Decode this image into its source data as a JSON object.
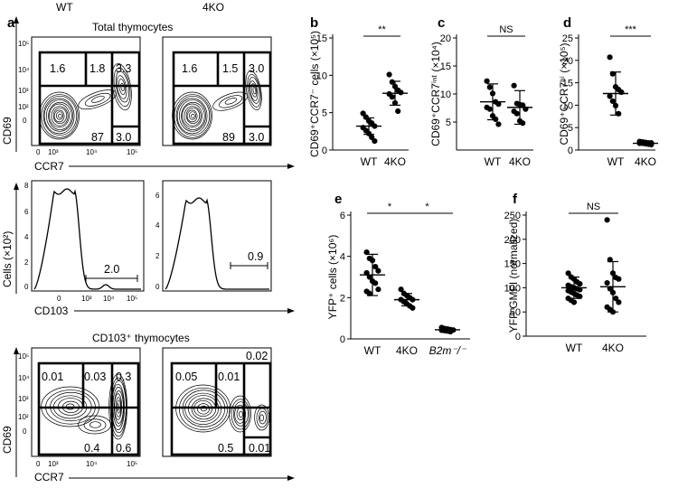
{
  "colors": {
    "ink": "#000000",
    "background": "#ffffff"
  },
  "panel_a": {
    "letter": "a",
    "col_wt": "WT",
    "col_4ko": "4KO",
    "total_title": "Total thymocytes",
    "cd103_title": "CD103⁺ thymocytes",
    "ylab_cd69": "CD69",
    "xlab_ccr7": "CCR7",
    "ylab_cells": "Cells (×10²)",
    "xlab_cd103": "CD103",
    "contour_ticks_y": [
      "10⁵",
      "10⁴",
      "10³",
      "10²",
      "0"
    ],
    "contour_ticks_x": [
      "0",
      "10³",
      "10⁴",
      "10⁵"
    ],
    "hist_wt_yticks": [
      "8",
      "6",
      "4",
      "2",
      "0"
    ],
    "hist_ko_yticks": [
      "6",
      "4",
      "2",
      "0"
    ],
    "total_wt_gates": [
      "1.6",
      "1.8",
      "3.3",
      "87",
      "3.0"
    ],
    "total_ko_gates": [
      "1.6",
      "1.5",
      "3.0",
      "89",
      "3.0"
    ],
    "hist_wt_gate": "2.0",
    "hist_ko_gate": "0.9",
    "cd103_wt_gates": [
      "0.01",
      "0.03",
      "0.3",
      "0.4",
      "0.6"
    ],
    "cd103_ko_gates": [
      "0.05",
      "0.01",
      "0.02",
      "0.5",
      "0.01"
    ]
  },
  "chart_data": [
    {
      "panel": "b",
      "type": "scatter",
      "ylabel": "CD69⁺CCR7⁻ cells (×10⁵)",
      "categories": [
        "WT",
        "4KO"
      ],
      "ylim": [
        0,
        15
      ],
      "yticks": [
        0,
        5,
        10,
        15
      ],
      "significance": "**",
      "series": [
        {
          "values": [
            4.9,
            4.4,
            3.9,
            3.6,
            3.2,
            3.0,
            2.6,
            2.2,
            1.7,
            1.2
          ],
          "mean": 3.2,
          "sd": 1.1
        },
        {
          "values": [
            10.1,
            9.1,
            8.5,
            8.0,
            7.7,
            7.5,
            7.1,
            6.3,
            5.2
          ],
          "mean": 7.6,
          "sd": 1.6
        }
      ]
    },
    {
      "panel": "c",
      "type": "scatter",
      "ylabel": "CD69⁺CCR7ⁱⁿᵗ (×10⁴)",
      "categories": [
        "WT",
        "4KO"
      ],
      "ylim": [
        0,
        20
      ],
      "yticks": [
        5,
        10,
        15,
        20
      ],
      "significance": "NS",
      "series": [
        {
          "values": [
            12.3,
            11.2,
            10.1,
            8.6,
            8.2,
            7.6,
            7.3,
            6.1,
            5.5,
            4.6
          ],
          "mean": 8.6,
          "sd": 3.2
        },
        {
          "values": [
            11.5,
            8.3,
            8.1,
            8.0,
            7.3,
            6.9,
            6.5,
            5.2,
            4.8
          ],
          "mean": 7.6,
          "sd": 3.0
        }
      ]
    },
    {
      "panel": "d",
      "type": "scatter",
      "ylabel": "CD69⁺CCR7ʰⁱ (×10⁵)",
      "categories": [
        "WT",
        "4KO"
      ],
      "ylim": [
        0,
        25
      ],
      "yticks": [
        0,
        5,
        10,
        15,
        20,
        25
      ],
      "significance": "***",
      "series": [
        {
          "values": [
            20.7,
            17.0,
            14.1,
            13.5,
            12.9,
            12.0,
            10.9,
            9.9,
            8.1
          ],
          "mean": 12.6,
          "sd": 4.8
        },
        {
          "values": [
            1.9,
            1.8,
            1.7,
            1.6,
            1.6,
            1.5,
            1.5,
            1.4,
            1.3,
            1.2
          ],
          "mean": 1.5,
          "sd": 0.3
        }
      ]
    },
    {
      "panel": "e",
      "type": "scatter",
      "ylabel": "YFP⁺ cells (×10⁶)",
      "categories": [
        "WT",
        "4KO",
        "B2m⁻/⁻"
      ],
      "ylim": [
        0,
        6
      ],
      "yticks": [
        0,
        2,
        4,
        6
      ],
      "significance": [
        "*",
        "*"
      ],
      "series": [
        {
          "values": [
            4.2,
            3.9,
            3.8,
            3.5,
            3.3,
            3.2,
            3.0,
            2.8,
            2.7,
            2.4,
            2.3,
            2.2
          ],
          "mean": 3.1,
          "sd": 1.0
        },
        {
          "values": [
            2.4,
            2.2,
            2.1,
            2.0,
            1.9,
            1.9,
            1.8,
            1.7,
            1.6,
            1.5
          ],
          "mean": 1.9,
          "sd": 0.3
        },
        {
          "values": [
            0.55,
            0.5,
            0.48,
            0.45,
            0.43,
            0.42,
            0.4,
            0.38,
            0.35
          ],
          "mean": 0.44,
          "sd": 0.06
        }
      ]
    },
    {
      "panel": "f",
      "type": "scatter",
      "ylabel": "YFP GMFI (normalized)",
      "categories": [
        "WT",
        "4KO"
      ],
      "ylim": [
        0,
        250
      ],
      "yticks": [
        0,
        50,
        100,
        150,
        200,
        250
      ],
      "significance": "NS",
      "series": [
        {
          "values": [
            130,
            122,
            118,
            112,
            108,
            105,
            102,
            100,
            98,
            96,
            94,
            91,
            88,
            85,
            82,
            78,
            74,
            70
          ],
          "mean": 100,
          "sd": 22
        },
        {
          "values": [
            240,
            158,
            130,
            121,
            118,
            110,
            98,
            90,
            78,
            70,
            60,
            55,
            50
          ],
          "mean": 102,
          "sd": 52
        }
      ]
    }
  ]
}
